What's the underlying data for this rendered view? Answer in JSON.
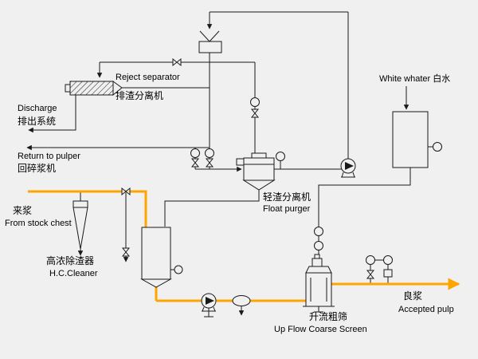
{
  "diagram": {
    "colors": {
      "background": "#f0f0f0",
      "pipe_line": "#1a1a1a",
      "stock_line": "#ffa500"
    },
    "labels": {
      "reject_separator_en": "Reject separator",
      "reject_separator_zh": "排渣分离机",
      "discharge_en": "Discharge",
      "discharge_zh": "排出系统",
      "return_to_pulper_en": "Return to pulper",
      "return_to_pulper_zh": "回碎浆机",
      "white_water": "White whater 白水",
      "float_purger_zh": "轻渣分离机",
      "float_purger_en": "Float purger",
      "stock_zh": "来浆",
      "stock_en": "From stock chest",
      "hc_cleaner_zh": "高浓除渣器",
      "hc_cleaner_en": "H.C.Cleaner",
      "coarse_screen_zh": "升流粗筛",
      "coarse_screen_en": "Up Flow Coarse Screen",
      "accepted_zh": "良浆",
      "accepted_en": "Accepted pulp"
    }
  }
}
